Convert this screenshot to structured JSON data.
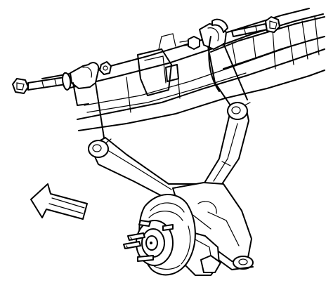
{
  "figure": {
    "kind": "technical line illustration",
    "background": "#ffffff",
    "ink": "#000000",
    "text_labels": []
  },
  "parts": [
    {
      "id": "frame-crossmember"
    },
    {
      "id": "frame-rail"
    },
    {
      "id": "left-pivot-bolt"
    },
    {
      "id": "right-pivot-bolt"
    },
    {
      "id": "left-frame-bracket"
    },
    {
      "id": "right-frame-bracket"
    },
    {
      "id": "left-bushing"
    },
    {
      "id": "right-bushing"
    },
    {
      "id": "control-arm"
    },
    {
      "id": "knuckle"
    },
    {
      "id": "backing-plate"
    },
    {
      "id": "wheel-hub"
    },
    {
      "id": "wheel-stud"
    },
    {
      "id": "direction-arrow",
      "icon": "forward-direction-arrow-icon"
    }
  ]
}
